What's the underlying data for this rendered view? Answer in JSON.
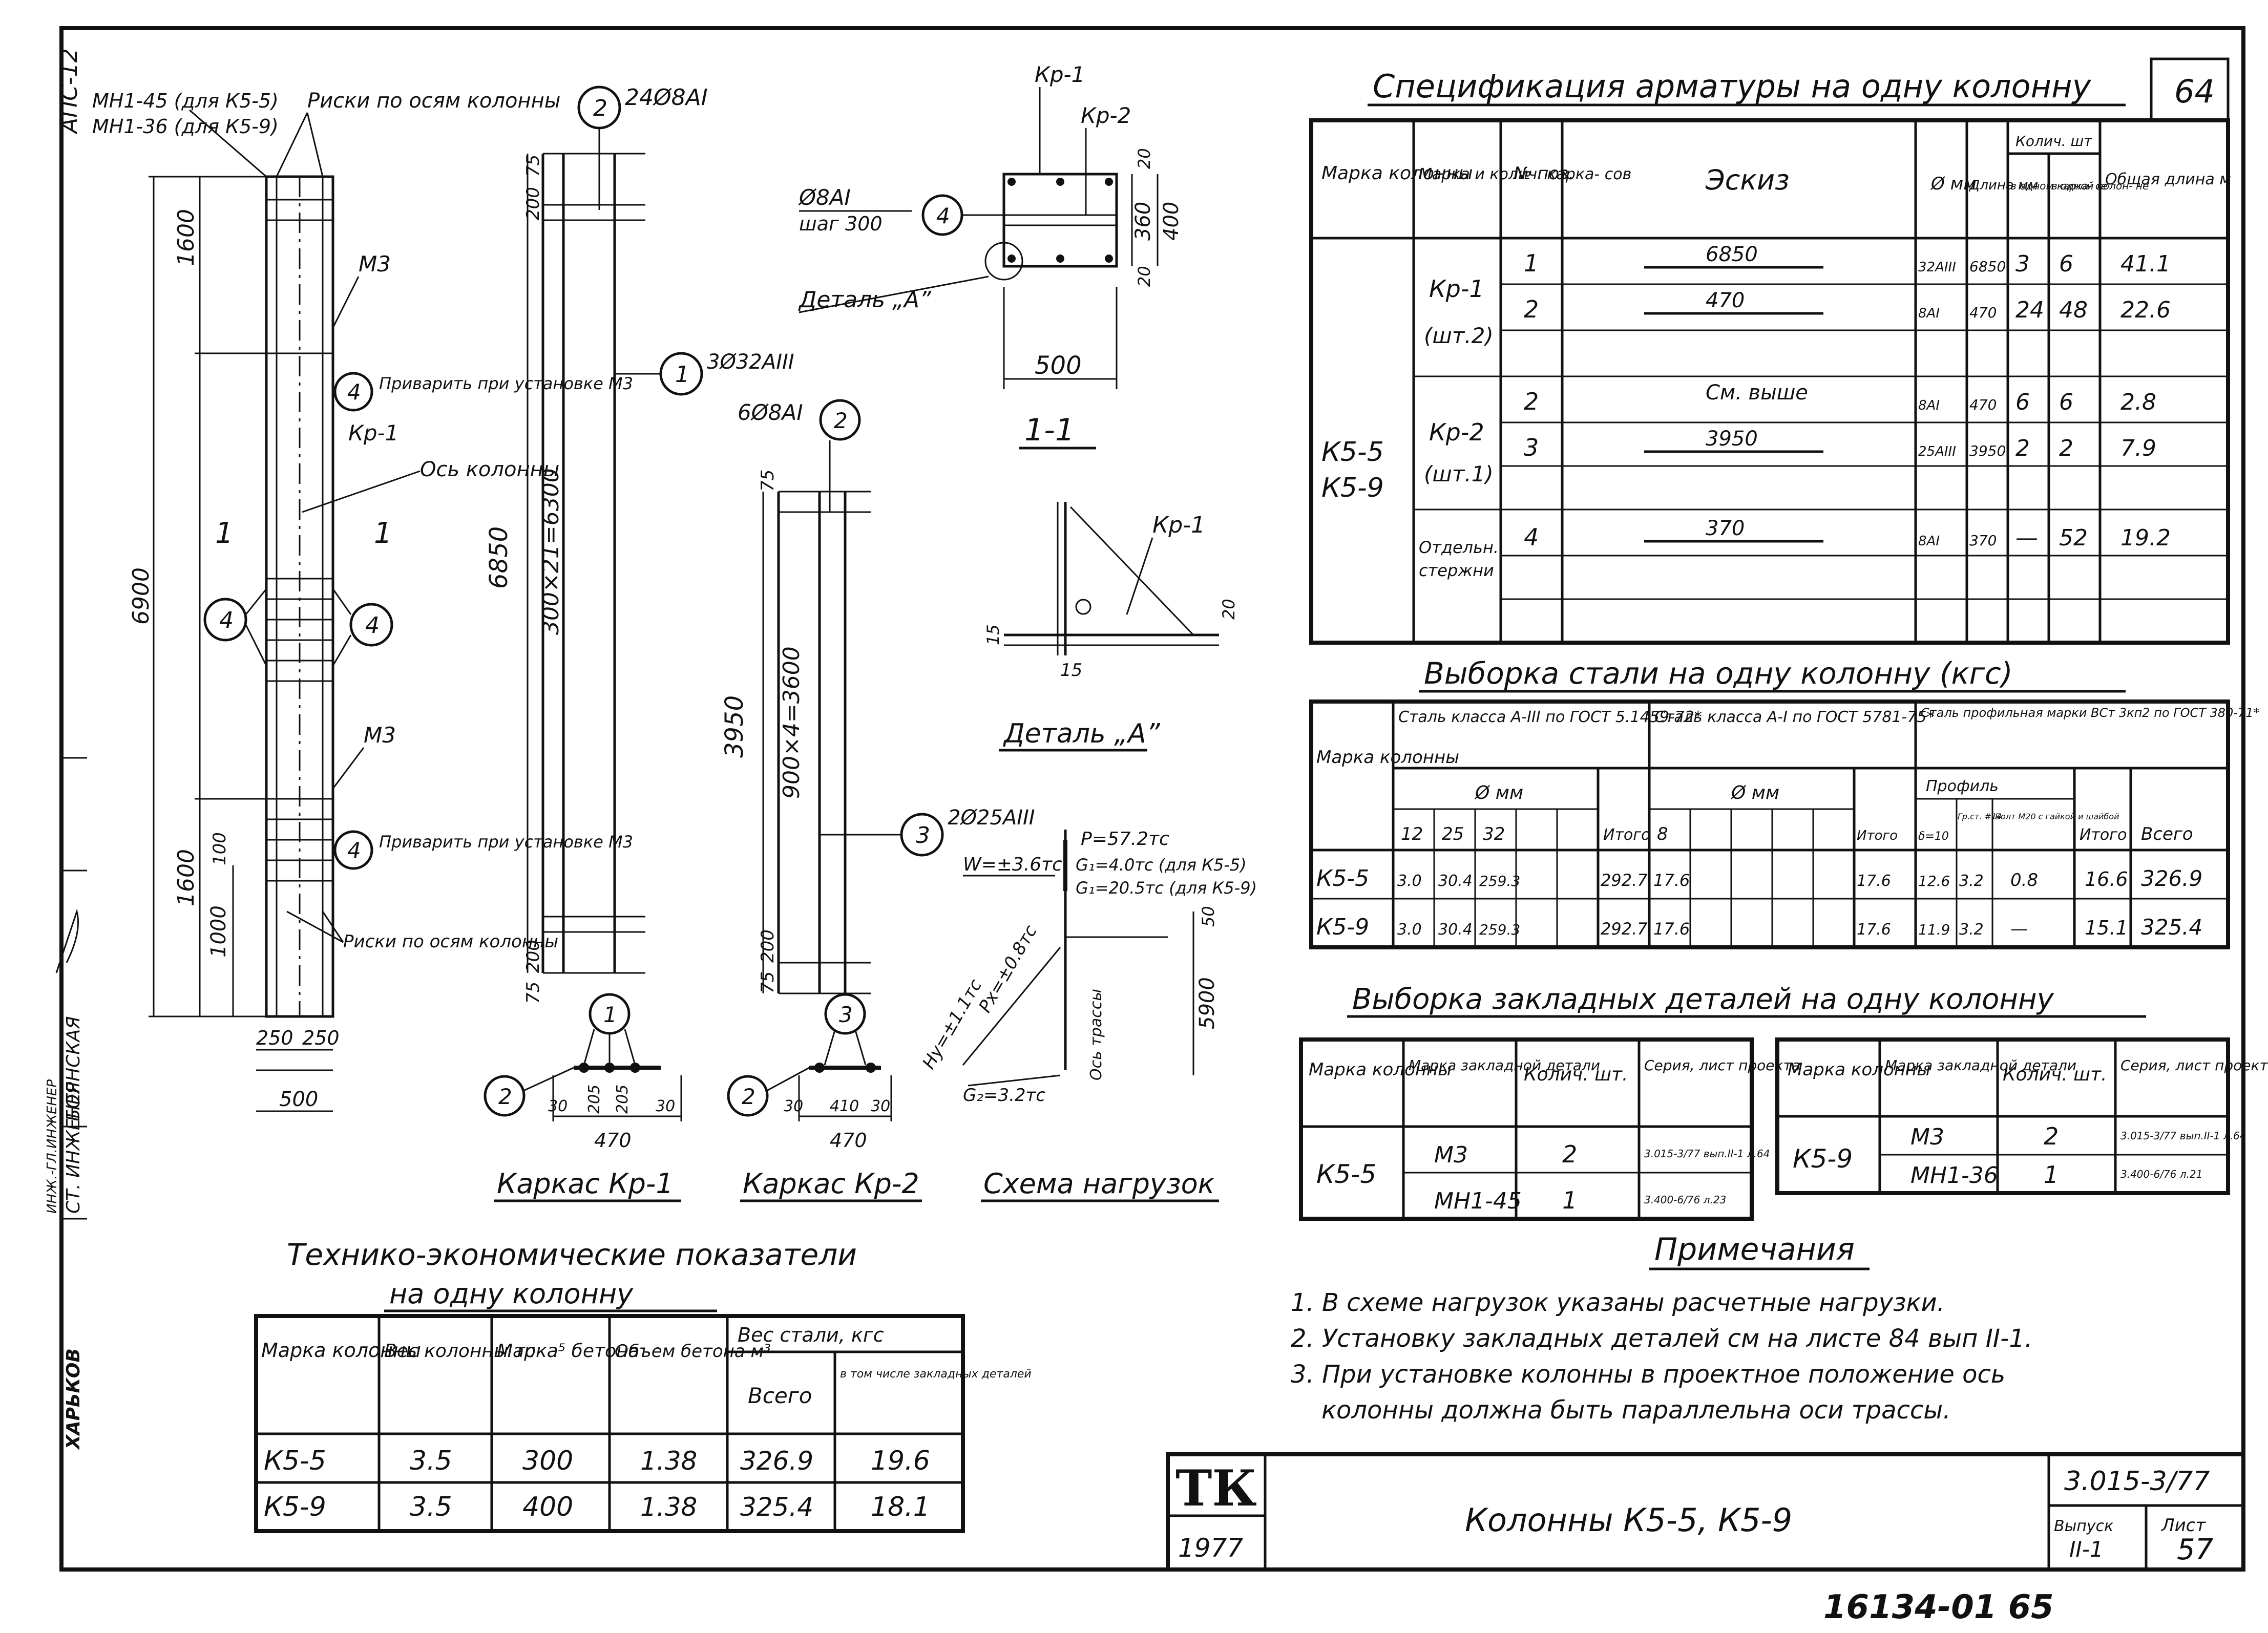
{
  "sheet": {
    "corner_number": "64",
    "left_code": "АПС-12",
    "stamp_names": [
      "СТ. ИНЖЕНЕР",
      "БОЯНСКАЯ",
      "ИНЖ.-ГЛ.ИНЖЕНЕР",
      "ХАРЬКОВ"
    ],
    "doc_number": "16134-01 65"
  },
  "drawing": {
    "labels": {
      "mn1": "МН1-45 (для К5-5)",
      "mn2": "МН1-36 (для К5-9)",
      "risks_top": "Риски по осям колонны",
      "risks_bottom": "Риски по осям колонны",
      "m3_top": "М3",
      "m3_bottom": "М3",
      "weld_top": "Приварить при установке М3",
      "weld_bottom": "Приварить при установке М3",
      "kr1": "Кр-1",
      "axis": "Ось колонны",
      "section_left": "1",
      "section_right": "1",
      "dim_1600_top": "1600",
      "dim_6900": "6900",
      "dim_1600_bot": "1600",
      "dim_100": "100",
      "dim_1000": "1000",
      "dim_250a": "250",
      "dim_250b": "250",
      "dim_500": "500",
      "bar2_top": "24Ø8АI",
      "bar1": "3Ø32АIII",
      "dim_75a": "75",
      "dim_200a": "200",
      "dim_6850": "6850",
      "dim_300x": "300×21=6300",
      "dim_200b": "200",
      "dim_75b": "75",
      "bar2_kr2": "6Ø8АI",
      "bar3": "2Ø25АIII",
      "dim_3950": "3950",
      "dim_900x": "900×4=3600",
      "kr1_top": "Кр-1",
      "kr2_top": "Кр-2",
      "shag1": "Ø8АI",
      "shag2": "шаг 300",
      "detail_a_ref": "Деталь „А”",
      "dim_20a": "20",
      "dim_360": "360",
      "dim_400": "400",
      "dim_20b": "20",
      "dim_500s": "500",
      "section_title": "1-1",
      "detail_kr1": "Кр-1",
      "dim_20c": "20",
      "dim_15a": "15",
      "dim_15b": "15",
      "detail_title": "Деталь „А”",
      "frame1_dims": [
        "30",
        "205",
        "205",
        "30"
      ],
      "frame1_total": "470",
      "frame1_title": "Каркас Кр-1",
      "frame2_dims": [
        "30",
        "410",
        "30"
      ],
      "frame2_total": "470",
      "frame2_title": "Каркас Кр-2",
      "load_p": "P=57.2тс",
      "load_g1a": "G₁=4.0тс (для К5-5)",
      "load_g1b": "G₁=20.5тс (для К5-9)",
      "load_w": "W=±3.6тс",
      "load_px": "Px=±0.8тс",
      "load_hy": "Hy=±1.1тс",
      "load_g2": "G₂=3.2тс",
      "load_axis": "Ось трассы",
      "load_50": "50",
      "load_5900": "5900",
      "load_title": "Схема нагрузок"
    }
  },
  "spec": {
    "title": "Спецификация арматуры на одну колонну",
    "headers": {
      "col": "Марка колонны",
      "cage": "Марка и колич. карка- сов",
      "pos": "№ поз.",
      "sketch": "Эскиз",
      "dia": "Ø мм",
      "len": "Длина мм",
      "qty": "Колич. шт",
      "qty_a": "в одном карка- се",
      "qty_b": "в одной колон- не",
      "total": "Общая длина м"
    },
    "column_marks": [
      "К5-5",
      "К5-9"
    ],
    "cage_kr1": [
      "Кр-1",
      "(шт.2)"
    ],
    "cage_kr2": [
      "Кр-2",
      "(шт.1)"
    ],
    "cage_sep": [
      "Отдельн.",
      "стержни"
    ],
    "rows": [
      {
        "pos": "1",
        "sketch": "6850",
        "dia": "32АIII",
        "len": "6850",
        "qa": "3",
        "qb": "6",
        "total": "41.1"
      },
      {
        "pos": "2",
        "sketch": "470",
        "dia": "8АI",
        "len": "470",
        "qa": "24",
        "qb": "48",
        "total": "22.6"
      },
      {
        "pos": "2",
        "sketch": "См. выше",
        "dia": "8АI",
        "len": "470",
        "qa": "6",
        "qb": "6",
        "total": "2.8"
      },
      {
        "pos": "3",
        "sketch": "3950",
        "dia": "25АIII",
        "len": "3950",
        "qa": "2",
        "qb": "2",
        "total": "7.9"
      },
      {
        "pos": "4",
        "sketch": "370",
        "dia": "8АI",
        "len": "370",
        "qa": "—",
        "qb": "52",
        "total": "19.2"
      }
    ]
  },
  "steel": {
    "title": "Выборка стали на одну колонну (кгс)",
    "h_mark": "Марка колонны",
    "h_a3": "Сталь класса А-III по ГОСТ 5.1459-72*",
    "h_a1": "Сталь класса А-I по ГОСТ 5781-75*",
    "h_prof": "Сталь профильная марки ВСт 3кп2 по ГОСТ 380-71*",
    "h_dmm1": "Ø мм",
    "h_dmm2": "Ø мм",
    "h_profile": "Профиль",
    "h_d": [
      "12",
      "25",
      "32"
    ],
    "h_itogo1": "Итого",
    "h_8": "8",
    "h_itogo2": "Итого",
    "h_p": [
      "δ=10",
      "Гр.ст. #14",
      "Болт М20 с гайкой и шайбой"
    ],
    "h_itogo3": "Итого",
    "h_vsego": "Всего",
    "rows": [
      {
        "mark": "К5-5",
        "d12": "3.0",
        "d25": "30.4",
        "d32": "259.3",
        "it1": "292.7",
        "d8": "17.6",
        "it2": "17.6",
        "p1": "12.6",
        "p2": "3.2",
        "p3": "0.8",
        "it3": "16.6",
        "all": "326.9"
      },
      {
        "mark": "К5-9",
        "d12": "3.0",
        "d25": "30.4",
        "d32": "259.3",
        "it1": "292.7",
        "d8": "17.6",
        "it2": "17.6",
        "p1": "11.9",
        "p2": "3.2",
        "p3": "—",
        "it3": "15.1",
        "all": "325.4"
      }
    ]
  },
  "embedded": {
    "title": "Выборка закладных деталей на одну колонну",
    "h_col": "Марка колонны",
    "h_det": "Марка закладной детали",
    "h_qty": "Колич. шт.",
    "h_ser": "Серия, лист проекта",
    "left": {
      "mark": "К5-5",
      "rows": [
        {
          "det": "М3",
          "qty": "2",
          "ser": "3.015-3/77 вып.II-1 л.64"
        },
        {
          "det": "МН1-45",
          "qty": "1",
          "ser": "3.400-6/76 л.23"
        }
      ]
    },
    "right": {
      "mark": "К5-9",
      "rows": [
        {
          "det": "М3",
          "qty": "2",
          "ser": "3.015-3/77 вып.II-1 л.64"
        },
        {
          "det": "МН1-36",
          "qty": "1",
          "ser": "3.400-6/76 л.21"
        }
      ]
    }
  },
  "notes": {
    "title": "Примечания",
    "items": [
      "1. В схеме нагрузок указаны расчетные нагрузки.",
      "2. Установку закладных деталей см на листе 84 вып II-1.",
      "3. При установке колонны в проектное положение ось",
      "колонны должна быть параллельна оси трассы."
    ]
  },
  "tep": {
    "title1": "Технико-экономические показатели",
    "title2": "на одну колонну",
    "h_mark": "Марка колонны",
    "h_weight": "Вес колонны тс",
    "h_beton": "Марка⁵ бетона",
    "h_vol": "Объем бетона м³",
    "h_steel": "Вес стали, кгс",
    "h_all": "Всего",
    "h_incl": "в том числе закладных деталей",
    "rows": [
      {
        "mark": "К5-5",
        "w": "3.5",
        "b": "300",
        "v": "1.38",
        "all": "326.9",
        "incl": "19.6"
      },
      {
        "mark": "К5-9",
        "w": "3.5",
        "b": "400",
        "v": "1.38",
        "all": "325.4",
        "incl": "18.1"
      }
    ]
  },
  "titleblock": {
    "logo": "ТК",
    "year": "1977",
    "name": "Колонны К5-5, К5-9",
    "code": "3.015-3/77",
    "issue_label": "Выпуск",
    "issue": "II-1",
    "sheet_label": "Лист",
    "sheet": "57"
  }
}
